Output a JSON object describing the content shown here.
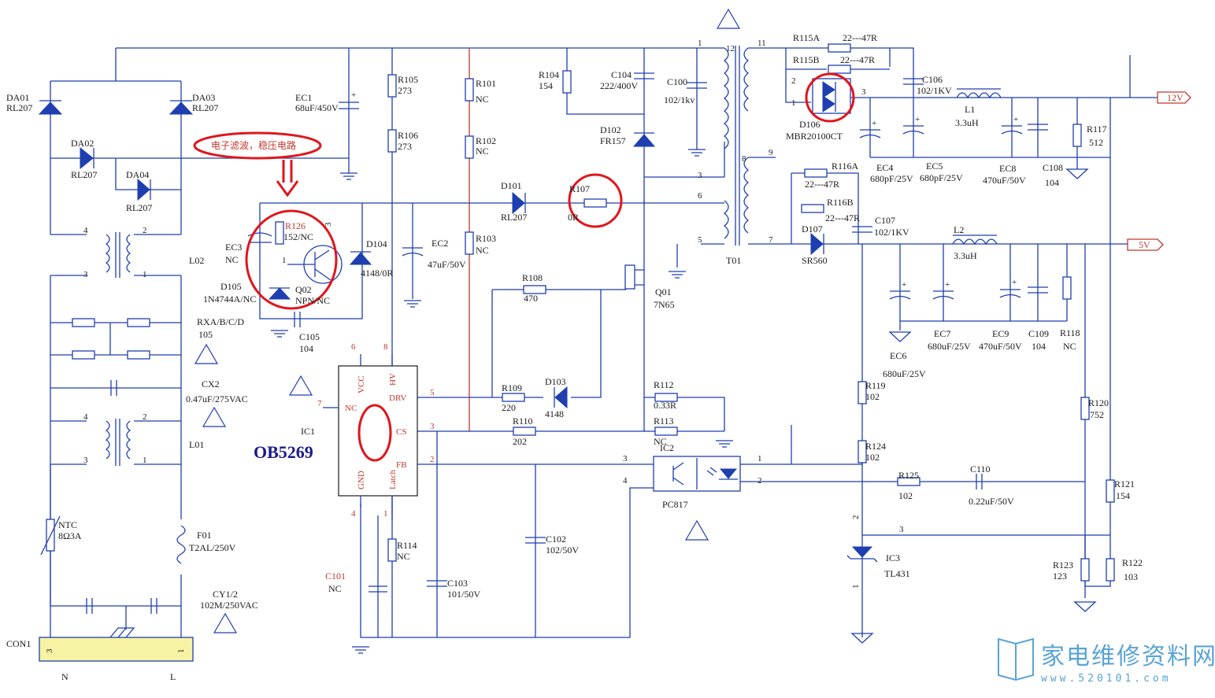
{
  "chip": {
    "ref": "IC1",
    "name": "OB5269",
    "pins": [
      {
        "num": "6",
        "name": "VCC"
      },
      {
        "num": "8",
        "name": "HV"
      },
      {
        "num": "7",
        "name": "NC"
      },
      {
        "num": "5",
        "name": "DRV"
      },
      {
        "num": "3",
        "name": "CS"
      },
      {
        "num": "2",
        "name": "FB"
      },
      {
        "num": "4",
        "name": "GND"
      },
      {
        "num": "1",
        "name": "Latch"
      }
    ]
  },
  "annotation": {
    "text": "电子滤波，稳压电路"
  },
  "outputs": {
    "v12": "12V",
    "v5": "5V"
  },
  "connector": {
    "ref": "CON1",
    "pin_left": "3",
    "pin_right": "1",
    "n": "N",
    "l": "L"
  },
  "labels": [
    {
      "id": "da01",
      "text": "DA01"
    },
    {
      "id": "rl207a",
      "text": "RL207"
    },
    {
      "id": "da03",
      "text": "DA03"
    },
    {
      "id": "rl207b",
      "text": "RL207"
    },
    {
      "id": "da02",
      "text": "DA02"
    },
    {
      "id": "rl207c",
      "text": "RL207"
    },
    {
      "id": "da04",
      "text": "DA04"
    },
    {
      "id": "rl207d",
      "text": "RL207"
    },
    {
      "id": "ec1",
      "text": "EC1"
    },
    {
      "id": "ec1v",
      "text": "68uF/450V"
    },
    {
      "id": "r105",
      "text": "R105"
    },
    {
      "id": "r105v",
      "text": "273"
    },
    {
      "id": "r106",
      "text": "R106"
    },
    {
      "id": "r106v",
      "text": "273"
    },
    {
      "id": "r101",
      "text": "R101"
    },
    {
      "id": "r101v",
      "text": "NC"
    },
    {
      "id": "r102",
      "text": "R102"
    },
    {
      "id": "r102v",
      "text": "NC"
    },
    {
      "id": "r103",
      "text": "R103"
    },
    {
      "id": "r103v",
      "text": "NC"
    },
    {
      "id": "r104",
      "text": "R104"
    },
    {
      "id": "r104v",
      "text": "154"
    },
    {
      "id": "c104",
      "text": "C104"
    },
    {
      "id": "c104v",
      "text": "222/400V"
    },
    {
      "id": "c100",
      "text": "C100"
    },
    {
      "id": "c100v",
      "text": "102/1kv"
    },
    {
      "id": "d102",
      "text": "D102"
    },
    {
      "id": "d102v",
      "text": "FR157"
    },
    {
      "id": "d101",
      "text": "D101"
    },
    {
      "id": "d101v",
      "text": "RL207"
    },
    {
      "id": "r107",
      "text": "R107"
    },
    {
      "id": "r107v",
      "text": "0R"
    },
    {
      "id": "ec2",
      "text": "EC2"
    },
    {
      "id": "ec2v",
      "text": "47uF/50V"
    },
    {
      "id": "ec3",
      "text": "EC3"
    },
    {
      "id": "ec3v",
      "text": "NC"
    },
    {
      "id": "r126",
      "text": "R126"
    },
    {
      "id": "r126v",
      "text": "152/NC"
    },
    {
      "id": "d104",
      "text": "D104"
    },
    {
      "id": "d104v",
      "text": "4148/0R"
    },
    {
      "id": "d105",
      "text": "D105"
    },
    {
      "id": "d105v",
      "text": "1N4744A/NC"
    },
    {
      "id": "q02",
      "text": "Q02"
    },
    {
      "id": "q02v",
      "text": "NPN/NC"
    },
    {
      "id": "c105",
      "text": "C105"
    },
    {
      "id": "c105v",
      "text": "104"
    },
    {
      "id": "l02",
      "text": "L02"
    },
    {
      "id": "rxa",
      "text": "RXA/B/C/D"
    },
    {
      "id": "rxav",
      "text": "105"
    },
    {
      "id": "cx2",
      "text": "CX2"
    },
    {
      "id": "cx2v",
      "text": "0.47uF/275VAC"
    },
    {
      "id": "l01",
      "text": "L01"
    },
    {
      "id": "ntc",
      "text": "NTC"
    },
    {
      "id": "ntcv",
      "text": "8Ω3A"
    },
    {
      "id": "f01",
      "text": "F01"
    },
    {
      "id": "f01v",
      "text": "T2AL/250V"
    },
    {
      "id": "cy",
      "text": "CY1/2"
    },
    {
      "id": "cyv",
      "text": "102M/250VAC"
    },
    {
      "id": "r108",
      "text": "R108"
    },
    {
      "id": "r108v",
      "text": "470"
    },
    {
      "id": "r109",
      "text": "R109"
    },
    {
      "id": "r109v",
      "text": "220"
    },
    {
      "id": "d103",
      "text": "D103"
    },
    {
      "id": "d103v",
      "text": "4148"
    },
    {
      "id": "r110",
      "text": "R110"
    },
    {
      "id": "r110v",
      "text": "202"
    },
    {
      "id": "q01",
      "text": "Q01"
    },
    {
      "id": "q01v",
      "text": "7N65"
    },
    {
      "id": "r112",
      "text": "R112"
    },
    {
      "id": "r112v",
      "text": "0.33R"
    },
    {
      "id": "r113",
      "text": "R113"
    },
    {
      "id": "r113v",
      "text": "NC"
    },
    {
      "id": "r114",
      "text": "R114"
    },
    {
      "id": "r114v",
      "text": "NC"
    },
    {
      "id": "c101",
      "text": "C101"
    },
    {
      "id": "c101v",
      "text": "NC"
    },
    {
      "id": "c103",
      "text": "C103"
    },
    {
      "id": "c103v",
      "text": "101/50V"
    },
    {
      "id": "c102",
      "text": "C102"
    },
    {
      "id": "c102v",
      "text": "102/50V"
    },
    {
      "id": "ic2",
      "text": "IC2"
    },
    {
      "id": "pc817",
      "text": "PC817"
    },
    {
      "id": "t01",
      "text": "T01"
    },
    {
      "id": "r115a",
      "text": "R115A"
    },
    {
      "id": "r115av",
      "text": "22---47R"
    },
    {
      "id": "r115b",
      "text": "R115B"
    },
    {
      "id": "r115bv",
      "text": "22---47R"
    },
    {
      "id": "c106",
      "text": "C106"
    },
    {
      "id": "c106v",
      "text": "102/1KV"
    },
    {
      "id": "d106",
      "text": "D106"
    },
    {
      "id": "d106v",
      "text": "MBR20100CT"
    },
    {
      "id": "l1",
      "text": "L1"
    },
    {
      "id": "l1v",
      "text": "3.3uH"
    },
    {
      "id": "ec4",
      "text": "EC4"
    },
    {
      "id": "ec4v",
      "text": "680pF/25V"
    },
    {
      "id": "ec5",
      "text": "EC5"
    },
    {
      "id": "ec5v",
      "text": "680pF/25V"
    },
    {
      "id": "ec8",
      "text": "EC8"
    },
    {
      "id": "ec8v",
      "text": "470uF/50V"
    },
    {
      "id": "c108",
      "text": "C108"
    },
    {
      "id": "c108v",
      "text": "104"
    },
    {
      "id": "r117",
      "text": "R117"
    },
    {
      "id": "r117v",
      "text": "512"
    },
    {
      "id": "r116a",
      "text": "R116A"
    },
    {
      "id": "r116av",
      "text": "22---47R"
    },
    {
      "id": "r116b",
      "text": "R116B"
    },
    {
      "id": "r116bv",
      "text": "22---47R"
    },
    {
      "id": "c107",
      "text": "C107"
    },
    {
      "id": "c107v",
      "text": "102/1KV"
    },
    {
      "id": "d107",
      "text": "D107"
    },
    {
      "id": "d107v",
      "text": "SR560"
    },
    {
      "id": "l2",
      "text": "L2"
    },
    {
      "id": "l2v",
      "text": "3.3uH"
    },
    {
      "id": "ec7",
      "text": "EC7"
    },
    {
      "id": "ec7v",
      "text": "680uF/25V"
    },
    {
      "id": "ec9",
      "text": "EC9"
    },
    {
      "id": "ec9v",
      "text": "470uF/50V"
    },
    {
      "id": "c109",
      "text": "C109"
    },
    {
      "id": "c109v",
      "text": "104"
    },
    {
      "id": "r118",
      "text": "R118"
    },
    {
      "id": "r118v",
      "text": "NC"
    },
    {
      "id": "ec6",
      "text": "EC6"
    },
    {
      "id": "ec6v",
      "text": "680uF/25V"
    },
    {
      "id": "r119",
      "text": "R119"
    },
    {
      "id": "r119v",
      "text": "102"
    },
    {
      "id": "r124",
      "text": "R124"
    },
    {
      "id": "r124v",
      "text": "102"
    },
    {
      "id": "r125",
      "text": "R125"
    },
    {
      "id": "r125v",
      "text": "102"
    },
    {
      "id": "c110",
      "text": "C110"
    },
    {
      "id": "c110v",
      "text": "0.22uF/50V"
    },
    {
      "id": "r120",
      "text": "R120"
    },
    {
      "id": "r120v",
      "text": "752"
    },
    {
      "id": "r121",
      "text": "R121"
    },
    {
      "id": "r121v",
      "text": "154"
    },
    {
      "id": "ic3",
      "text": "IC3"
    },
    {
      "id": "tl431",
      "text": "TL431"
    },
    {
      "id": "r123",
      "text": "R123"
    },
    {
      "id": "r123v",
      "text": "123"
    },
    {
      "id": "r122",
      "text": "R122"
    },
    {
      "id": "r122v",
      "text": "103"
    }
  ],
  "pin_numbers": [
    "1",
    "2",
    "3",
    "4",
    "5",
    "6",
    "7",
    "8",
    "9",
    "11",
    "12"
  ],
  "watermark": {
    "site": "家电维修资料网",
    "url": "www.520101.com"
  }
}
